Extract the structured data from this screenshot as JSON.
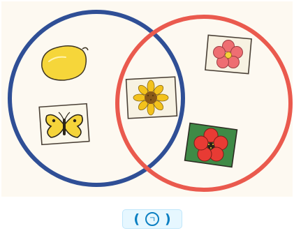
{
  "diagram": {
    "type": "venn",
    "sets": [
      {
        "id": "left",
        "color": "#2f4f96",
        "items": [
          "lemon",
          "butterfly"
        ]
      },
      {
        "id": "right",
        "color": "#ea5a4e",
        "items": [
          "red-flower-card",
          "poppy-card"
        ]
      }
    ],
    "intersection": [
      "sunflower-card"
    ],
    "colors": {
      "background": "#fdf9f1",
      "lemon": "#f6d63a",
      "butterfly": "#f5d43a",
      "card_left": "#fbf7ea",
      "card_border": "#4a4036",
      "sunflower_petal": "#f3c21c",
      "sunflower_center": "#8a5a18",
      "pink_flower": "#ee6e72",
      "poppy_bg": "#3f8a46",
      "poppy_petal": "#e83b34"
    }
  },
  "caption": {
    "open": "(",
    "label": "ㄱ",
    "close": ")"
  }
}
